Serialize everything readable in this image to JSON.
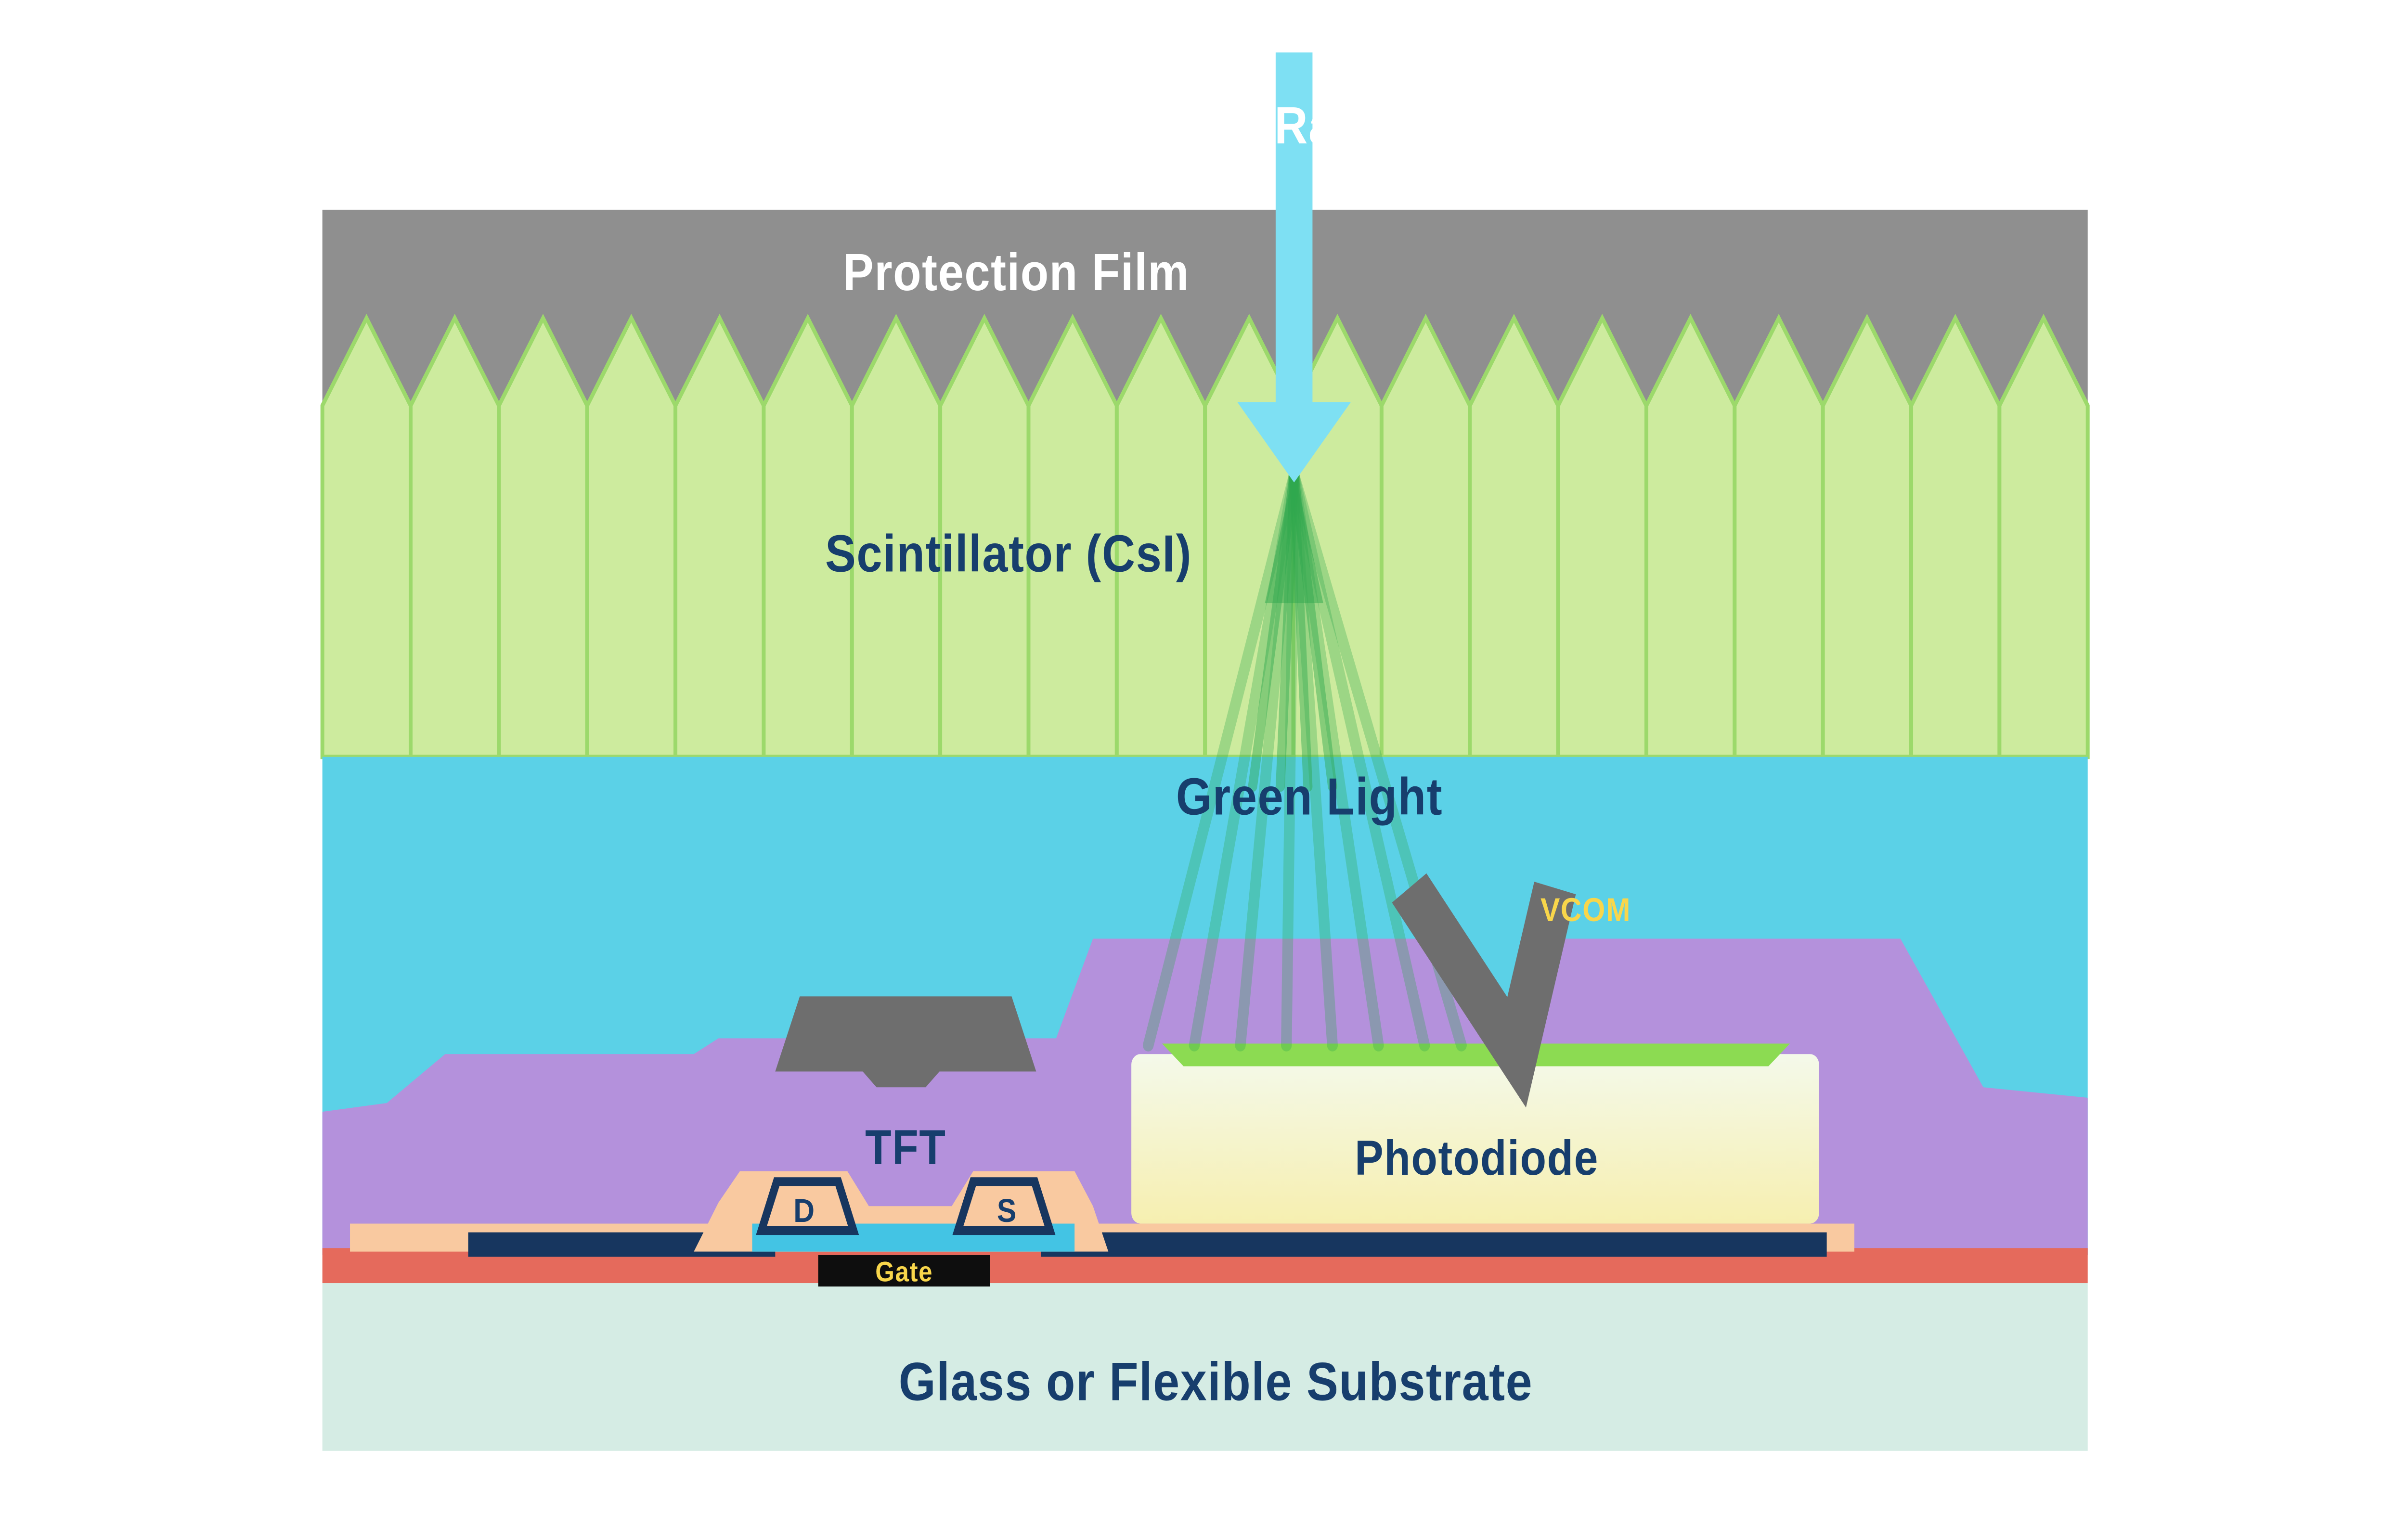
{
  "diagram": {
    "labels": {
      "xray": "X-Ray",
      "protection_film": "Protection Film",
      "scintillator": "Scintillator (CsI)",
      "green_light": "Green Light",
      "vcom": "VCOM",
      "photodiode": "Photodiode",
      "tft": "TFT",
      "drain": "D",
      "source": "S",
      "gate": "Gate",
      "substrate": "Glass or Flexible Substrate"
    },
    "colors": {
      "protection_film": "#8F8F8F",
      "scintillator_fill": "#CDEB9E",
      "scintillator_stroke": "#9CD96B",
      "light_band": "#5BD1E7",
      "planarization_purple": "#B491DC",
      "metal_gray": "#6E6E6E",
      "photodiode_top": "#F4F9EA",
      "photodiode_bottom": "#F6EFB0",
      "photodiode_contact_green": "#8CDB52",
      "metal_navy": "#17365F",
      "passivation_salmon": "#F9C9A0",
      "insulator_cyan": "#43C4E4",
      "base_red": "#E56A5C",
      "substrate_teal": "#D5ECE4",
      "xray_arrow": "#7EE0F3",
      "label_navy": "#173E6D",
      "label_white": "#FFFFFF",
      "label_yellow": "#F8D64B",
      "gate_black": "#0E0E0E",
      "ray_green": "#2FA84E"
    }
  }
}
